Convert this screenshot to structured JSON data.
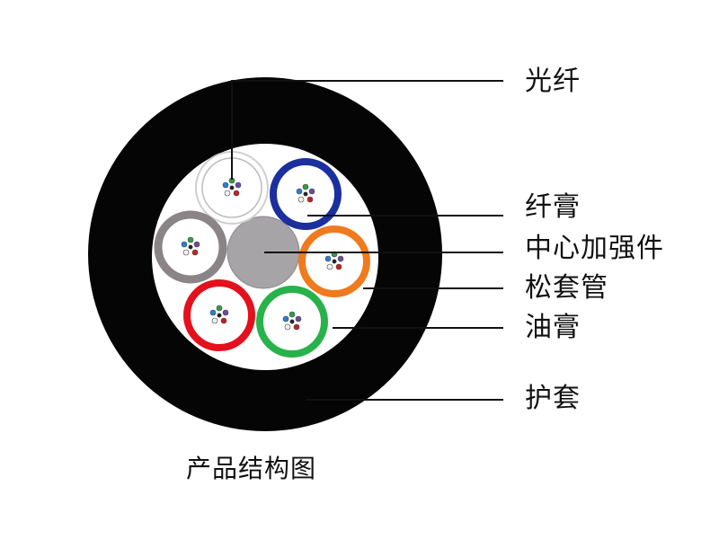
{
  "labels": {
    "fiber": "光纤",
    "fiber_gel": "纤膏",
    "center_strength_member": "中心加强件",
    "loose_tube": "松套管",
    "cable_gel": "油膏",
    "sheath": "护套"
  },
  "caption": "产品结构图",
  "colors": {
    "sheath": "#050505",
    "gel_area": "#ffffff",
    "center_member": "#a6a4a6",
    "tubes": [
      "#d8d8d8",
      "#1c2f9e",
      "#8a8486",
      "#f07a1e",
      "#e4101c",
      "#28b24a"
    ],
    "fiber_dots": [
      "#2f9e4a",
      "#6d4aa0",
      "#c81e1e",
      "#f2f2f2",
      "#2a7fd0",
      "#f07a1e"
    ]
  }
}
